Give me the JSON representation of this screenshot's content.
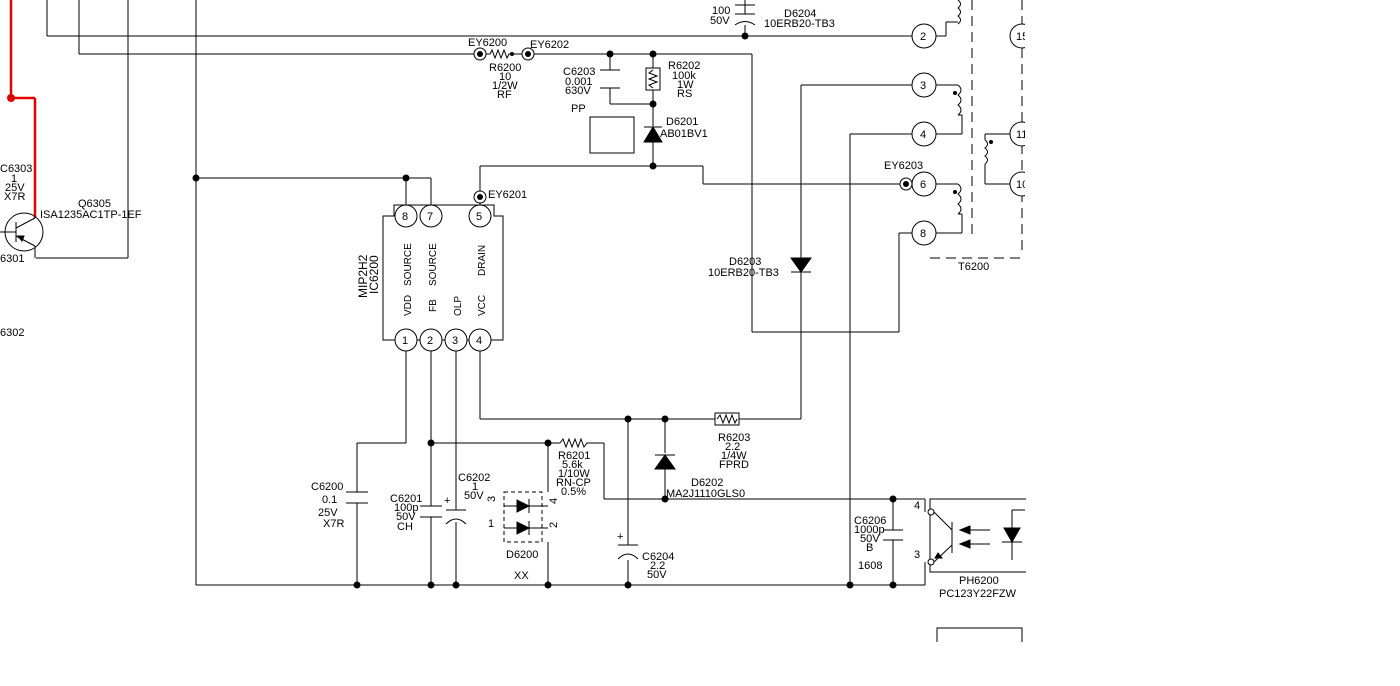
{
  "labels": {
    "c6303": "C6303",
    "c6303_v1": "1",
    "c6303_v2": "25V",
    "c6303_v3": "X7R",
    "q6305": "Q6305",
    "q6305_part": "ISA1235AC1TP-1EF",
    "left_6301": "6301",
    "left_6302": "6302",
    "ey6200": "EY6200",
    "ey6202": "EY6202",
    "ey6201": "EY6201",
    "ey6203": "EY6203",
    "r6200": "R6200",
    "r6200_v1": "10",
    "r6200_v2": "1/2W",
    "r6200_v3": "RF",
    "c6203": "C6203",
    "c6203_v1": "0.001",
    "c6203_v2": "630V",
    "r6202": "R6202",
    "r6202_v1": "100k",
    "r6202_v2": "1W",
    "r6202_v3": "RS",
    "pp": "PP",
    "d6201": "D6201",
    "d6201_part": "AB01BV1",
    "c_top_v1": "100",
    "c_top_v2": "50V",
    "d6204": "D6204",
    "d6204_part": "10ERB20-TB3",
    "ic_ref": "IC6200",
    "ic_part": "MIP2H2",
    "ic_pin_labels_top": [
      "SOURCE",
      "SOURCE",
      "DRAIN"
    ],
    "ic_pin_labels_bottom": [
      "VDD",
      "FB",
      "OLP",
      "VCC"
    ],
    "ic_pins_top": [
      "8",
      "7",
      "5"
    ],
    "ic_pins_bottom": [
      "1",
      "2",
      "3",
      "4"
    ],
    "d6203": "D6203",
    "d6203_part": "10ERB20-TB3",
    "t6200": "T6200",
    "t_pins": [
      "2",
      "3",
      "4",
      "6",
      "8"
    ],
    "t_pins_right": [
      "15",
      "11",
      "10"
    ],
    "r6203": "R6203",
    "r6203_v1": "2.2",
    "r6203_v2": "1/4W",
    "r6203_v3": "FPRD",
    "c6200": "C6200",
    "c6200_v1": "0.1",
    "c6200_v2": "25V",
    "c6200_v3": "X7R",
    "c6201": "C6201",
    "c6201_v1": "100p",
    "c6201_v2": "50V",
    "c6201_v3": "CH",
    "c6202": "C6202",
    "c6202_v1": "1",
    "c6202_v2": "50V",
    "r6201": "R6201",
    "r6201_v1": "5.6k",
    "r6201_v2": "1/10W",
    "r6201_v3": "RN-CP",
    "r6201_v4": "0.5%",
    "d6200": "D6200",
    "d6200_xx": "XX",
    "d6200_pins": [
      "3",
      "4",
      "1",
      "2"
    ],
    "c6204": "C6204",
    "c6204_v1": "2.2",
    "c6204_v2": "50V",
    "d6202": "D6202",
    "d6202_part": "MA2J1110GLS0",
    "c6206": "C6206",
    "c6206_v1": "1000p",
    "c6206_v2": "50V",
    "c6206_v3": "B",
    "c6206_v4": "1608",
    "ph6200": "PH6200",
    "ph6200_part": "PC123Y22FZW",
    "ph_pins": [
      "4",
      "3"
    ],
    "plus": "+"
  },
  "colors": {
    "wire": "#000000",
    "highlight": "#e00000",
    "background": "#ffffff"
  }
}
